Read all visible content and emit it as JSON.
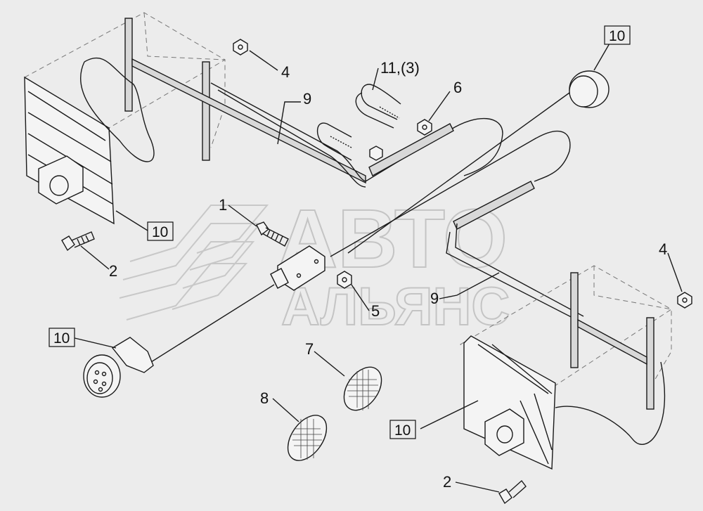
{
  "watermark": {
    "line1": "АВТО",
    "line2": "АЛЬЯНС"
  },
  "callouts": {
    "c1": "1",
    "c2a": "2",
    "c2b": "2",
    "c4a": "4",
    "c4b": "4",
    "c5": "5",
    "c6": "6",
    "c7": "7",
    "c8": "8",
    "c9a": "9",
    "c9b": "9",
    "c11": "11,(3)",
    "c10a": "10",
    "c10b": "10",
    "c10c": "10",
    "c10d": "10"
  }
}
